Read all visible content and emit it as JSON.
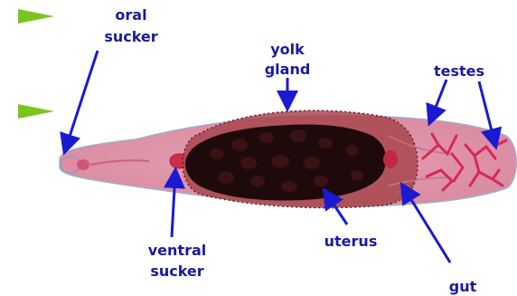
{
  "labels": {
    "oral_sucker_line1": "oral",
    "oral_sucker_line2": "sucker",
    "yolk_gland_line1": "yolk",
    "yolk_gland_line2": "gland",
    "testes": "testes",
    "ventral_sucker_line1": "ventral",
    "ventral_sucker_line2": "sucker",
    "uterus": "uterus",
    "gut": "gut"
  },
  "colors": {
    "label_text": "#1a1aa0",
    "arrow": "#1a1ad0",
    "bullet": "#7ac41e",
    "body_fill": "#e9a7b9",
    "body_outline": "#8aa0c0",
    "yolk_gland": "#8a2a3a",
    "uterus": "#1e0a0a",
    "testes": "#d8285a"
  }
}
